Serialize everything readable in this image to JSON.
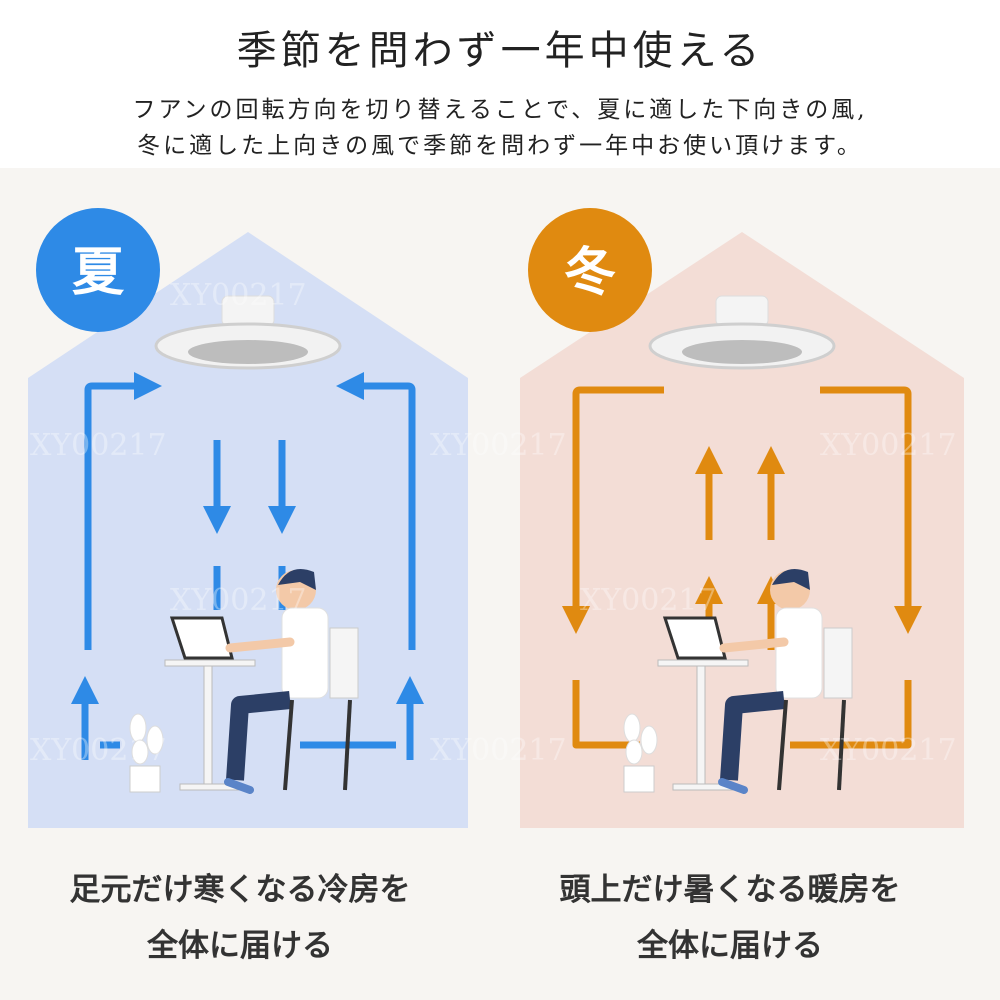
{
  "header": {
    "title": "季節を問わず一年中使える",
    "subtitle_line1": "フアンの回転方向を切り替えることで、夏に適した下向きの風,",
    "subtitle_line2": "冬に適した上向きの風で季節を問わず一年中お使い頂けます。"
  },
  "summer": {
    "badge": "夏",
    "caption_line1": "足元だけ寒くなる冷房を",
    "caption_line2": "全体に届ける",
    "color": "#2e8ae6",
    "house_color": "#d5dff5"
  },
  "winter": {
    "badge": "冬",
    "caption_line1": "頭上だけ暑くなる暖房を",
    "caption_line2": "全体に届ける",
    "color": "#e08a10",
    "house_color": "#f3ddd6"
  },
  "watermark": "XY00217"
}
